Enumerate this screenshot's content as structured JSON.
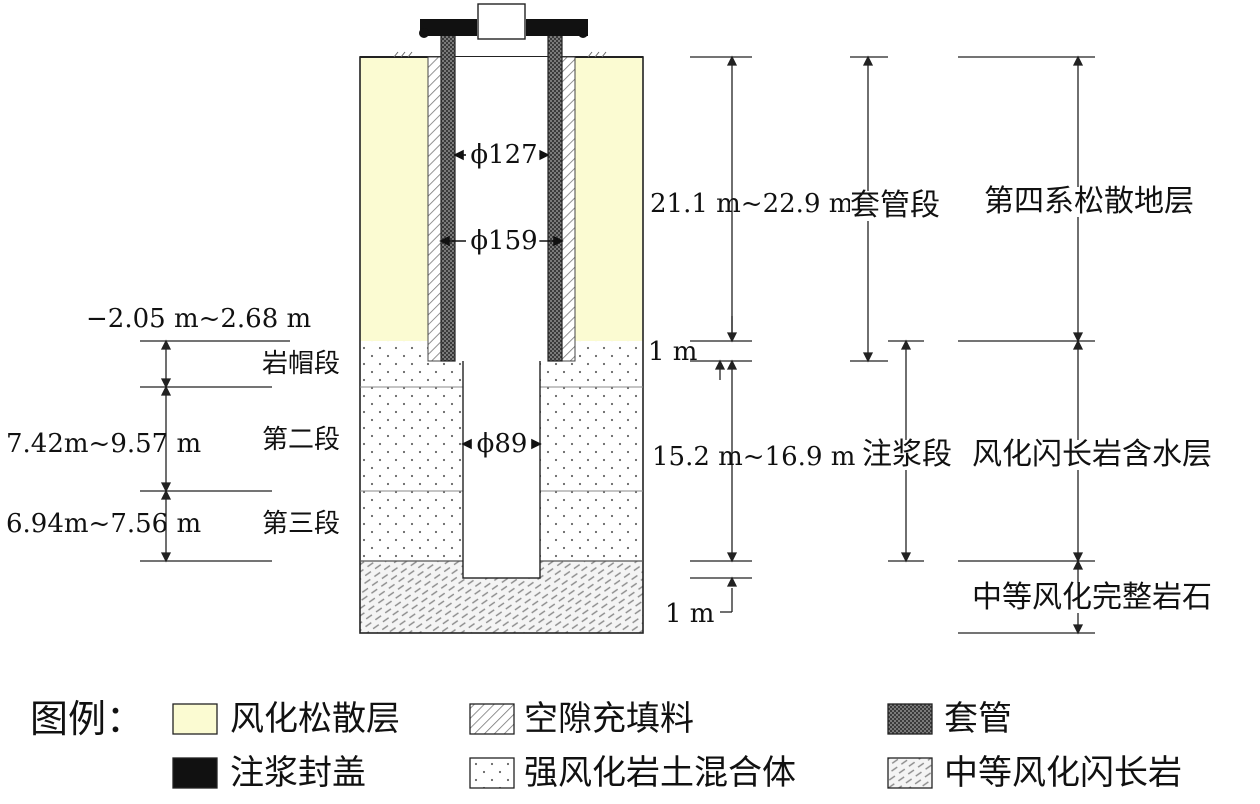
{
  "diagram": {
    "pipe_labels": {
      "d127": "ϕ127",
      "d159": "ϕ159",
      "d89": "ϕ89"
    },
    "left_dims": {
      "cap_range": "−2.05 m~2.68 m",
      "seg2_range": "7.42m~9.57 m",
      "seg3_range": "6.94m~7.56 m"
    },
    "segments": {
      "cap": "岩帽段",
      "second": "第二段",
      "third": "第三段"
    },
    "right_dims": {
      "casing_depth": "21.1 m~22.9 m",
      "overlap_top": "1 m",
      "grout_depth": "15.2 m~16.9 m",
      "bottom": "1 m"
    },
    "sections": {
      "casing": "套管段",
      "grouting": "注浆段"
    },
    "strata": {
      "quaternary": "第四系松散地层",
      "aquifer": "风化闪长岩含水层",
      "bedrock": "中等风化完整岩石"
    }
  },
  "legend": {
    "title": "图例：",
    "items": [
      {
        "label": "风化松散层",
        "pattern": "loose-layer"
      },
      {
        "label": "空隙充填料",
        "pattern": "void-filler"
      },
      {
        "label": "套管",
        "pattern": "casing"
      },
      {
        "label": "注浆封盖",
        "pattern": "grout-cap"
      },
      {
        "label": "强风化岩土混合体",
        "pattern": "weathered-mix"
      },
      {
        "label": "中等风化闪长岩",
        "pattern": "diorite"
      }
    ]
  },
  "colors": {
    "loose_layer": "#fbfbd2",
    "casing_dark": "#555555",
    "grout_cap": "#111111",
    "line": "#222222"
  }
}
